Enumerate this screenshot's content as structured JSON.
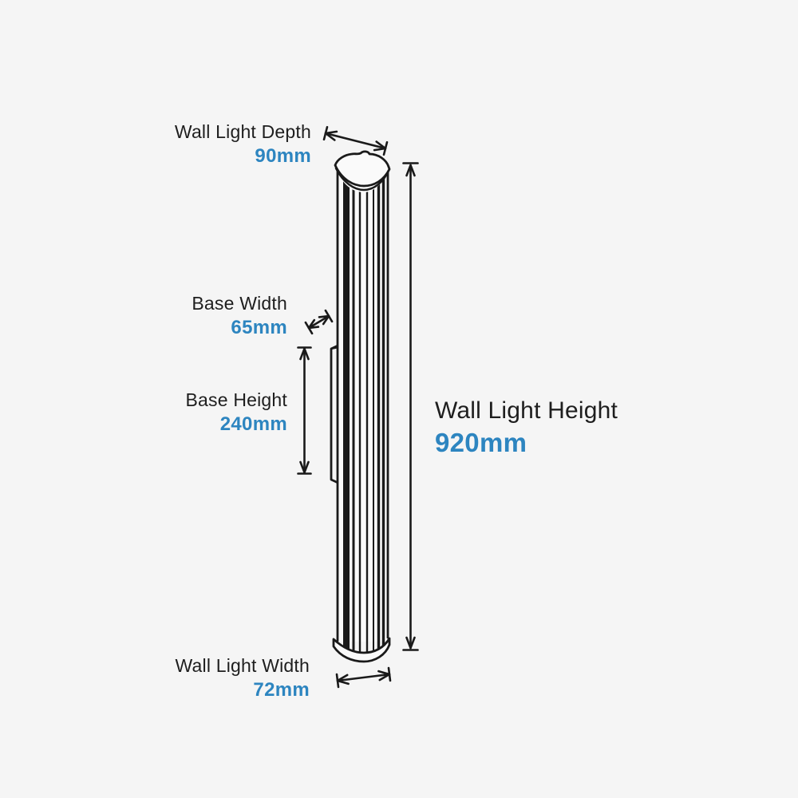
{
  "title": "Wall light dimensions diagram",
  "colors": {
    "background": "#f5f5f5",
    "label": "#1e1e1e",
    "value": "#2d85c0",
    "line": "#1a1a1a",
    "fixture_fill": "#fafafa"
  },
  "dimensions": {
    "depth": {
      "label": "Wall Light Depth",
      "value": "90mm"
    },
    "base_width": {
      "label": "Base Width",
      "value": "65mm"
    },
    "base_height": {
      "label": "Base Height",
      "value": "240mm"
    },
    "height": {
      "label": "Wall Light Height",
      "value": "920mm"
    },
    "width": {
      "label": "Wall Light Width",
      "value": "72mm"
    }
  }
}
